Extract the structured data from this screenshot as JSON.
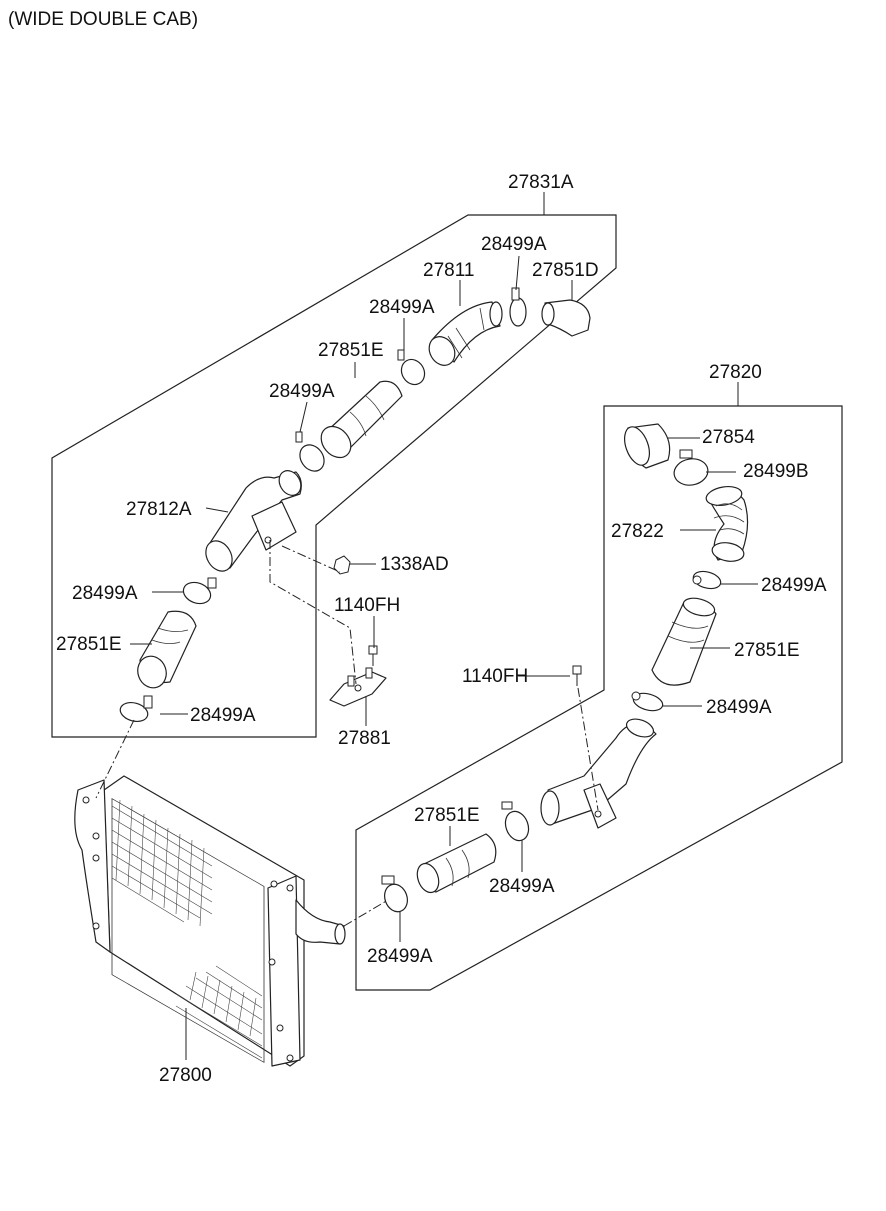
{
  "title": "(WIDE DOUBLE CAB)",
  "labels": {
    "l27831A": "27831A",
    "l28499A_top": "28499A",
    "l27811": "27811",
    "l27851D": "27851D",
    "l28499A_2": "28499A",
    "l27851E_top": "27851E",
    "l28499A_3": "28499A",
    "l27812A": "27812A",
    "l1338AD": "1338AD",
    "l28499A_4": "28499A",
    "l1140FH_left": "1140FH",
    "l27851E_left": "27851E",
    "l28499A_5": "28499A",
    "l27881": "27881",
    "l27820": "27820",
    "l27854": "27854",
    "l28499B": "28499B",
    "l27822": "27822",
    "l28499A_r1": "28499A",
    "l27851E_r": "27851E",
    "l1140FH_right": "1140FH",
    "l28499A_r2": "28499A",
    "l27851E_bot": "27851E",
    "l28499A_b1": "28499A",
    "l28499A_b2": "28499A",
    "l27800": "27800"
  }
}
